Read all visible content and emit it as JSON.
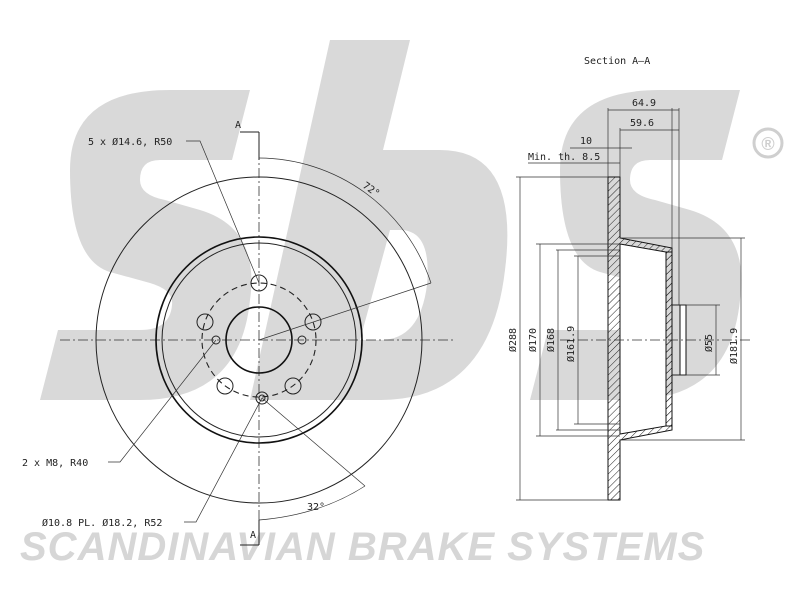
{
  "watermark": {
    "logo_letters": "sbs",
    "registered_mark": "®",
    "brand_text": "SCANDINAVIAN BRAKE SYSTEMS"
  },
  "front_view": {
    "holes_label": "5 x Ø14.6, R50",
    "threads_label": "2 x M8, R40",
    "pilot_label": "Ø10.8 PL. Ø18.2, R52",
    "angle_top": "72°",
    "angle_bottom": "32°",
    "section_mark_top": "A",
    "section_mark_bottom": "A"
  },
  "section_view": {
    "title": "Section A–A",
    "dim_64_9": "64.9",
    "dim_59_6": "59.6",
    "dim_10": "10",
    "min_th_label": "Min. th. 8.5",
    "dia_288": "Ø288",
    "dia_170": "Ø170",
    "dia_168": "Ø168",
    "dia_161_9": "Ø161.9",
    "dia_55": "Ø55",
    "dia_181_9": "Ø181.9"
  }
}
